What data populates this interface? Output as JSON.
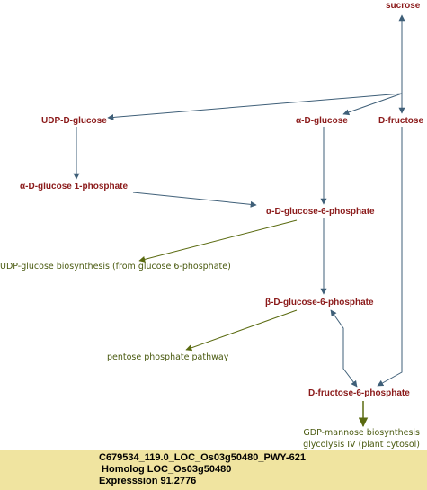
{
  "colors": {
    "metabolite": "#8b1a1a",
    "pathway_link": "#4a5a10",
    "edge": "#3f5f78",
    "link_edge": "#5a6a10",
    "footer_bg": "#f0e4a0"
  },
  "nodes": {
    "sucrose": "sucrose",
    "udp_d_glucose": "UDP-D-glucose",
    "alpha_d_glucose": "α-D-glucose",
    "d_fructose": "D-fructose",
    "alpha_d_glucose_1_phosphate": "α-D-glucose 1-phosphate",
    "alpha_d_glucose_6_phosphate": "α-D-glucose-6-phosphate",
    "beta_d_glucose_6_phosphate": "β-D-glucose-6-phosphate",
    "d_fructose_6_phosphate": "D-fructose-6-phosphate"
  },
  "pathway_links": {
    "udp_glucose_biosynthesis": "UDP-glucose biosynthesis (from glucose 6-phosphate)",
    "pentose_phosphate": "pentose phosphate pathway",
    "gdp_mannose": "GDP-mannose biosynthesis",
    "glycolysis_iv": "glycolysis IV (plant cytosol)"
  },
  "footer": {
    "line1": "C679534_119.0_LOC_Os03g50480_PWY-621",
    "line2": " Homolog LOC_Os03g50480",
    "line3": "Expresssion 91.2776"
  }
}
